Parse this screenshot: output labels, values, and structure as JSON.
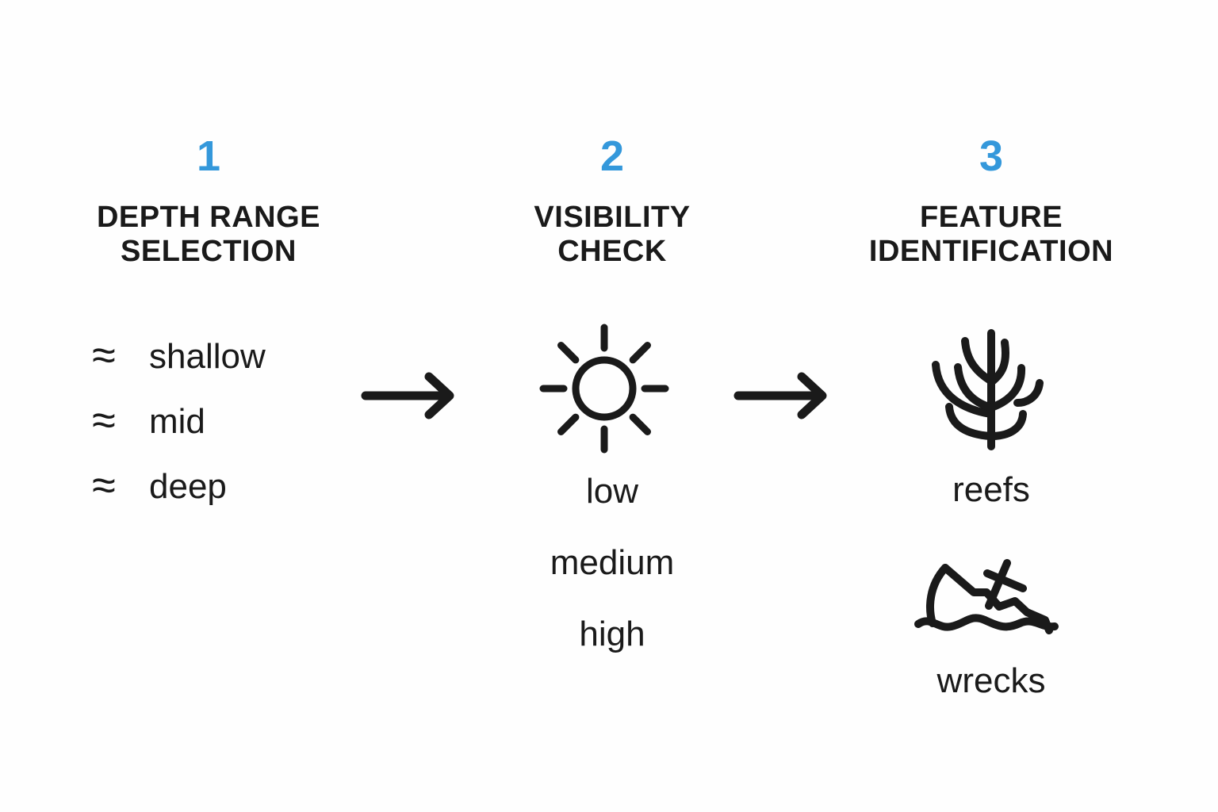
{
  "meta": {
    "diagram_type": "3-step horizontal process flow",
    "background_color": "#fefefe",
    "accent_color": "#3498db",
    "text_color": "#1a1a1a"
  },
  "steps": [
    {
      "number": "1",
      "title": "DEPTH RANGE\nSELECTION",
      "options": [
        {
          "icon": "wave-icon",
          "glyph": "≈",
          "label": "shallow"
        },
        {
          "icon": "wave-icon",
          "glyph": "≈",
          "label": "mid"
        },
        {
          "icon": "wave-icon",
          "glyph": "≈",
          "label": "deep"
        }
      ]
    },
    {
      "number": "2",
      "title": "VISIBILITY\nCHECK",
      "icon": "sun-icon",
      "options": [
        {
          "label": "low"
        },
        {
          "label": "medium"
        },
        {
          "label": "high"
        }
      ]
    },
    {
      "number": "3",
      "title": "FEATURE\nIDENTIFICATION",
      "features": [
        {
          "icon": "coral-branch-icon",
          "label": "reefs"
        },
        {
          "icon": "shipwreck-icon",
          "label": "wrecks"
        }
      ]
    }
  ],
  "connectors": [
    {
      "icon": "arrow-right-icon",
      "from": "1",
      "to": "2"
    },
    {
      "icon": "arrow-right-icon",
      "from": "2",
      "to": "3"
    }
  ]
}
